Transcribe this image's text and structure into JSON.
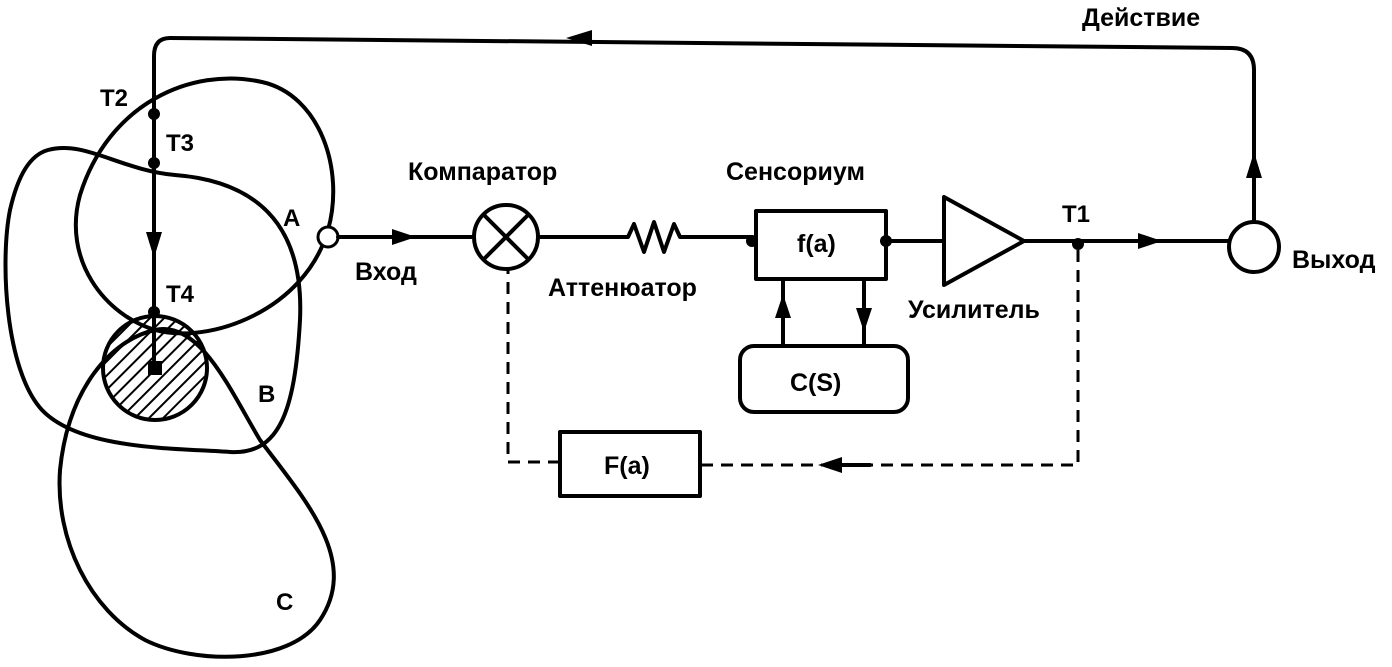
{
  "labels": {
    "action": "Действие",
    "t2": "T2",
    "t3": "T3",
    "t4": "T4",
    "t1": "T1",
    "a": "A",
    "b": "B",
    "c": "C",
    "input": "Вход",
    "comparator": "Компаратор",
    "attenuator": "Аттенюатор",
    "sensorium": "Сенсориум",
    "f_small": "f(a)",
    "c_s": "C(S)",
    "amplifier": "Усилитель",
    "output": "Выход",
    "f_big": "F(a)"
  },
  "icons": {
    "comparator": "circle-x-icon",
    "attenuator": "resistor-icon",
    "amplifier": "triangle-amplifier-icon",
    "output": "open-circle-icon",
    "arrow": "filled-arrow-icon"
  },
  "colors": {
    "ink": "#000000",
    "paper": "#ffffff"
  }
}
